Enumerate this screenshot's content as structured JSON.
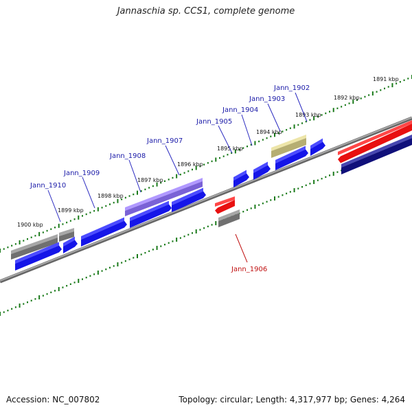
{
  "title": "Jannaschia sp. CCS1, complete genome",
  "accession_text": "Accession: NC_007802",
  "summary_text": "Topology: circular; Length: 4,317,977 bp; Genes: 4,264",
  "colors": {
    "backbone": "#888888",
    "tick": "#1a7a1a",
    "forward_label": "#1a1aa8",
    "reverse_label": "#c01010",
    "gene_blue": "#1515e8",
    "gene_gray": "#707070",
    "gene_purple": "#7a62d6",
    "gene_olive": "#b6ae72",
    "gene_red": "#e81010",
    "gene_navy": "#10107a"
  },
  "kbp_labels": [
    "1891 kbp",
    "1892 kbp",
    "1893 kbp",
    "1894 kbp",
    "1895 kbp",
    "1896 kbp",
    "1897 kbp",
    "1898 kbp",
    "1899 kbp",
    "1900 kbp"
  ],
  "gene_labels": {
    "forward": [
      "Jann_1902",
      "Jann_1903",
      "Jann_1904",
      "Jann_1905",
      "Jann_1907",
      "Jann_1908",
      "Jann_1909",
      "Jann_1910"
    ],
    "reverse": [
      "Jann_1906"
    ]
  }
}
